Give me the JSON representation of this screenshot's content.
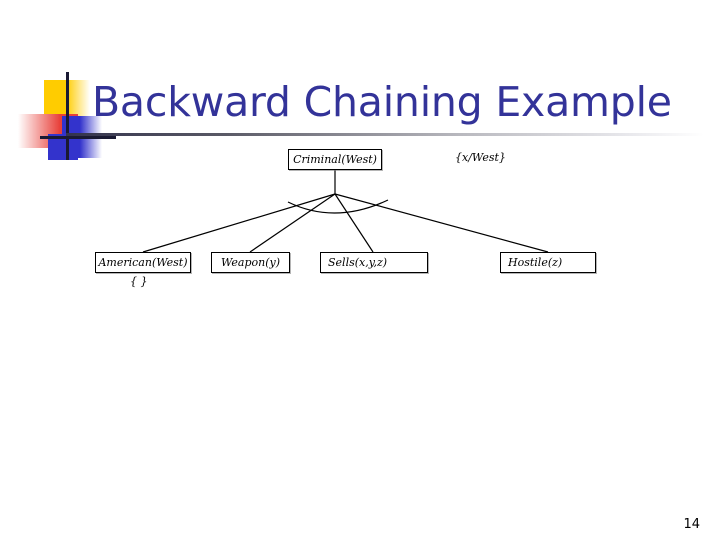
{
  "slide": {
    "title": "Backward Chaining Example",
    "page_number": "14",
    "title_color": "#333399"
  },
  "diagram": {
    "type": "and-or-proof-tree",
    "root": {
      "label": "Criminal(West)",
      "substitution": "{x/West}"
    },
    "children": [
      {
        "label": "American(West)",
        "substitution": "{ }"
      },
      {
        "label": "Weapon(y)",
        "substitution": ""
      },
      {
        "label": "Sells(x,y,z)",
        "substitution": ""
      },
      {
        "label": "Hostile(z)",
        "substitution": ""
      }
    ],
    "connector": "and-arc"
  }
}
